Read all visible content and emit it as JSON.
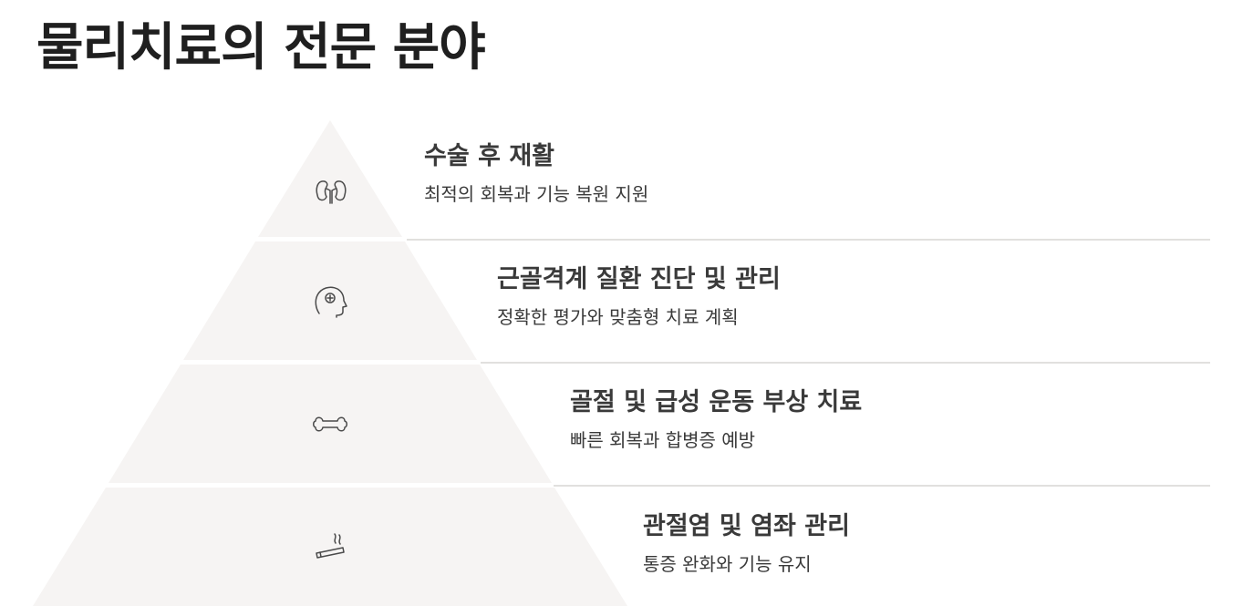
{
  "title": "물리치료의 전문 분야",
  "colors": {
    "tier_fill": "#f6f4f3",
    "divider": "#d7d5d4",
    "icon_stroke": "#4a4a4a",
    "text": "#3a3a3a"
  },
  "tiers": [
    {
      "title": "수술 후 재활",
      "description": "최적의 회복과 기능 복원 지원",
      "icon": "kidneys-icon"
    },
    {
      "title": "근골격계 질환 진단 및 관리",
      "description": "정확한 평가와 맞춤형 치료 계획",
      "icon": "head-medical-icon"
    },
    {
      "title": "골절 및 급성 운동 부상 치료",
      "description": "빠른 회복과 합병증 예방",
      "icon": "bone-icon"
    },
    {
      "title": "관절염 및 염좌 관리",
      "description": "통증 완화와 기능 유지",
      "icon": "joint-smoke-icon"
    }
  ]
}
